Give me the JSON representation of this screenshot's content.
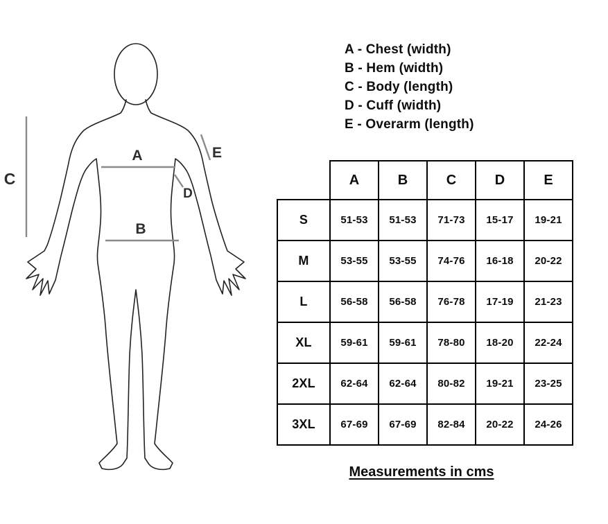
{
  "diagram": {
    "labels": {
      "A": "A",
      "B": "B",
      "C": "C",
      "D": "D",
      "E": "E"
    },
    "outline_color": "#222222",
    "measure_line_color": "#8a8a8a"
  },
  "legend": {
    "items": [
      "A - Chest (width)",
      "B - Hem (width)",
      "C - Body (length)",
      "D - Cuff (width)",
      "E - Overarm (length)"
    ]
  },
  "table": {
    "columns": [
      "A",
      "B",
      "C",
      "D",
      "E"
    ],
    "rows": [
      {
        "size": "S",
        "values": [
          "51-53",
          "51-53",
          "71-73",
          "15-17",
          "19-21"
        ]
      },
      {
        "size": "M",
        "values": [
          "53-55",
          "53-55",
          "74-76",
          "16-18",
          "20-22"
        ]
      },
      {
        "size": "L",
        "values": [
          "56-58",
          "56-58",
          "76-78",
          "17-19",
          "21-23"
        ]
      },
      {
        "size": "XL",
        "values": [
          "59-61",
          "59-61",
          "78-80",
          "18-20",
          "22-24"
        ]
      },
      {
        "size": "2XL",
        "values": [
          "62-64",
          "62-64",
          "80-82",
          "19-21",
          "23-25"
        ]
      },
      {
        "size": "3XL",
        "values": [
          "67-69",
          "67-69",
          "82-84",
          "20-22",
          "24-26"
        ]
      }
    ]
  },
  "footer": {
    "note": "Measurements in cms"
  }
}
